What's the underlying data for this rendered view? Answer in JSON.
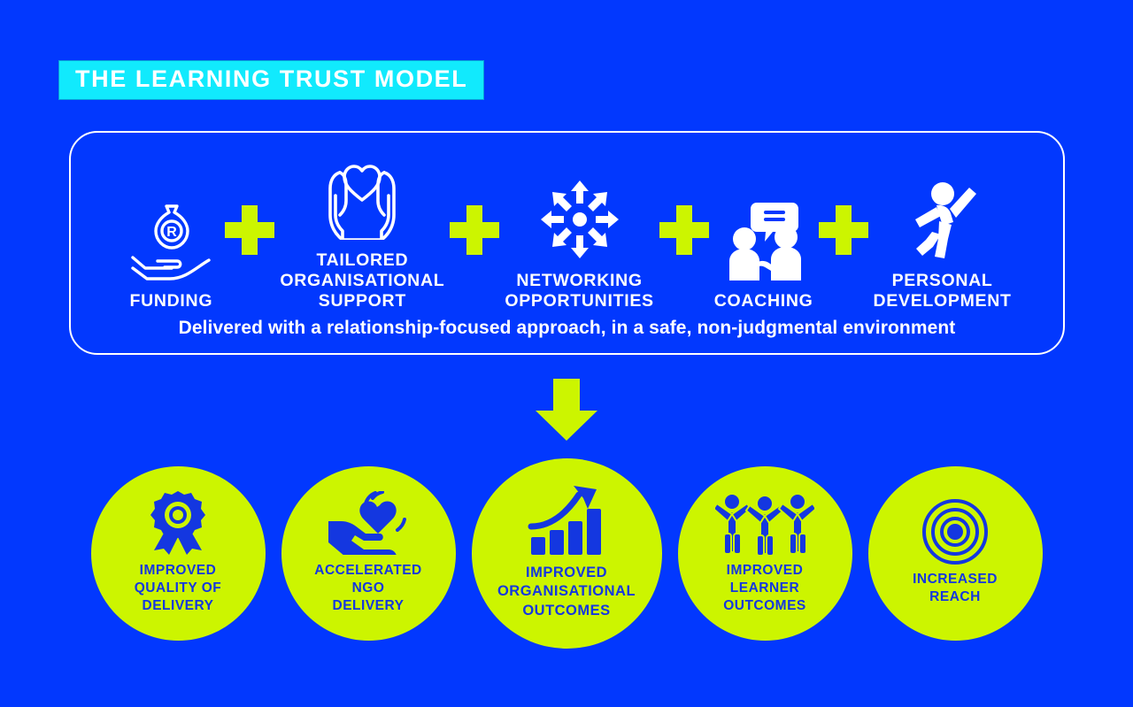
{
  "header": {
    "title": "THE LEARNING TRUST MODEL",
    "banner_bg": "#11eafd",
    "title_color": "#ffffff"
  },
  "theme": {
    "background": "#0238fe",
    "lime": "#ccf500",
    "white": "#ffffff",
    "circle_text": "#1437e0"
  },
  "inputs_box": {
    "tagline": "Delivered with a relationship-focused approach, in a safe, non-judgmental environment",
    "connector_label": "plus",
    "items": [
      {
        "label": "FUNDING",
        "icon": "hand-holding-money-bag-rand-icon"
      },
      {
        "label": "TAILORED\nORGANISATIONAL\nSUPPORT",
        "icon": "hands-holding-heart-icon"
      },
      {
        "label": "NETWORKING\nOPPORTUNITIES",
        "icon": "network-hub-arrows-icon"
      },
      {
        "label": "COACHING",
        "icon": "two-people-speech-bubble-icon"
      },
      {
        "label": "PERSONAL\nDEVELOPMENT",
        "icon": "jumping-person-icon"
      }
    ]
  },
  "flow": {
    "arrow_direction": "down",
    "arrow_color": "#ccf500"
  },
  "outcomes": {
    "items": [
      {
        "label": "IMPROVED\nQUALITY OF\nDELIVERY",
        "icon": "award-rosette-ribbon-icon"
      },
      {
        "label": "ACCELERATED\nNGO\nDELIVERY",
        "icon": "hand-holding-heart-motion-icon"
      },
      {
        "label": "IMPROVED\nORGANISATIONAL\nOUTCOMES",
        "icon": "growth-bar-chart-arrow-icon"
      },
      {
        "label": "IMPROVED\nLEARNER\nOUTCOMES",
        "icon": "three-people-raised-arms-icon"
      },
      {
        "label": "INCREASED\nREACH",
        "icon": "concentric-circles-reach-icon"
      }
    ]
  }
}
